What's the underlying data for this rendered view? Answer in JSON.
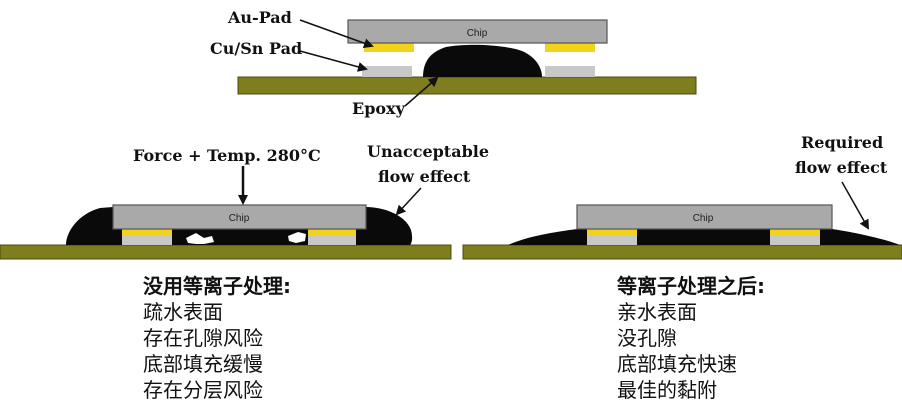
{
  "labels": {
    "au_pad": "Au-Pad",
    "cusn_pad": "Cu/Sn Pad",
    "epoxy": "Epoxy",
    "chip": "Chip",
    "force_temp": "Force + Temp. 280°C",
    "unacceptable_1": "Unacceptable",
    "unacceptable_2": "flow effect",
    "required_1": "Required",
    "required_2": "flow effect"
  },
  "captions": {
    "left": {
      "title": "没用等离子处理:",
      "lines": [
        "疏水表面",
        "存在孔隙风险",
        "底部填充缓慢",
        "存在分层风险"
      ]
    },
    "right": {
      "title": "等离子处理之后:",
      "lines": [
        "亲水表面",
        "没孔隙",
        "底部填充快速",
        "最佳的黏附"
      ]
    }
  },
  "colors": {
    "substrate": "#7e7e1e",
    "substrate_edge": "#4a4a10",
    "chip": "#a9a9a9",
    "chip_edge": "#555555",
    "au_pad": "#f2d21a",
    "cusn_pad": "#c8c8c8",
    "epoxy": "#0a0a0a",
    "text": "#111111"
  }
}
